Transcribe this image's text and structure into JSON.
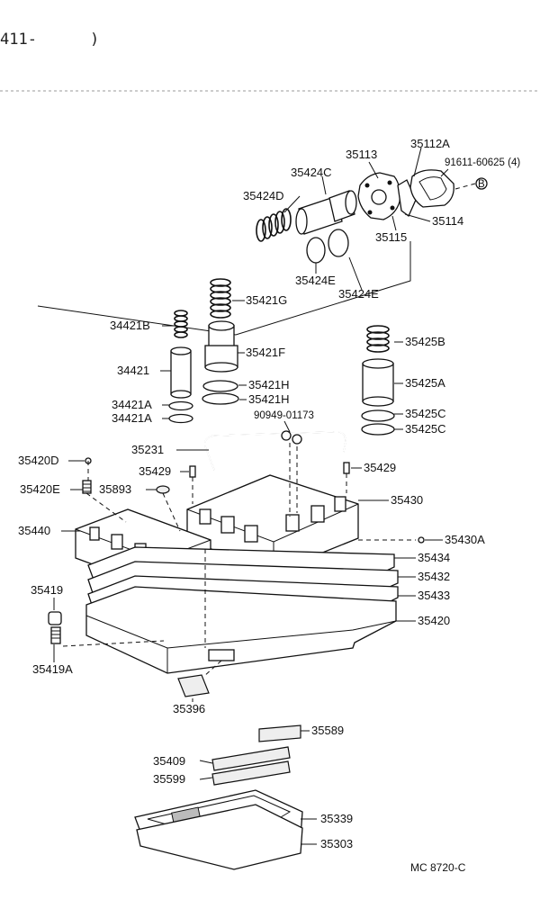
{
  "header": {
    "code": "411-",
    "paren": ")"
  },
  "labels": {
    "p35113": "35113",
    "p35112A": "35112A",
    "p91611": "91611-60625 (4)",
    "pB": "B",
    "p35424C": "35424C",
    "p35424D": "35424D",
    "p35114": "35114",
    "p35115": "35115",
    "p35424E_1": "35424E",
    "p35424E_2": "35424E",
    "p35421G": "35421G",
    "p34421B": "34421B",
    "p35421F": "35421F",
    "p35425B": "35425B",
    "p34421": "34421",
    "p35421H_1": "35421H",
    "p35421H_2": "35421H",
    "p35425A": "35425A",
    "p34421A_1": "34421A",
    "p34421A_2": "34421A",
    "p90949": "90949-01173",
    "p35425C_1": "35425C",
    "p35425C_2": "35425C",
    "p35231": "35231",
    "p35420D": "35420D",
    "p35429_l": "35429",
    "p35429_r": "35429",
    "p35420E": "35420E",
    "p35893": "35893",
    "p35430": "35430",
    "p35440": "35440",
    "p35430A": "35430A",
    "p35434": "35434",
    "p35432": "35432",
    "p35419": "35419",
    "p35433": "35433",
    "p35420": "35420",
    "p35419A": "35419A",
    "p35396": "35396",
    "p35589": "35589",
    "p35409": "35409",
    "p35599": "35599",
    "p35339": "35339",
    "p35303": "35303"
  },
  "footer": {
    "ref": "MC 8720-C"
  }
}
